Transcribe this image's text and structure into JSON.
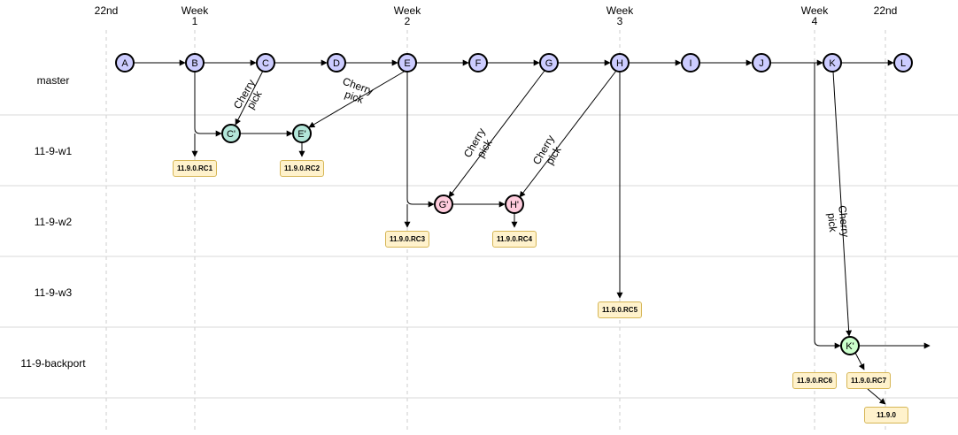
{
  "columns": [
    {
      "id": "c0",
      "line1": "",
      "line2": "22nd"
    },
    {
      "id": "c1",
      "line1": "Week",
      "line2": "1"
    },
    {
      "id": "c2",
      "line1": "Week",
      "line2": "2"
    },
    {
      "id": "c3",
      "line1": "Week",
      "line2": "3"
    },
    {
      "id": "c4",
      "line1": "Week",
      "line2": "4"
    },
    {
      "id": "c5",
      "line1": "",
      "line2": "22nd"
    }
  ],
  "lanes": [
    {
      "id": "master",
      "label": "master"
    },
    {
      "id": "w1",
      "label": "11-9-w1"
    },
    {
      "id": "w2",
      "label": "11-9-w2"
    },
    {
      "id": "w3",
      "label": "11-9-w3"
    },
    {
      "id": "backport",
      "label": "11-9-backport"
    }
  ],
  "commits": [
    {
      "id": "A",
      "label": "A",
      "lane": "master",
      "style": "master"
    },
    {
      "id": "B",
      "label": "B",
      "lane": "master",
      "style": "master"
    },
    {
      "id": "C",
      "label": "C",
      "lane": "master",
      "style": "master"
    },
    {
      "id": "D",
      "label": "D",
      "lane": "master",
      "style": "master"
    },
    {
      "id": "E",
      "label": "E",
      "lane": "master",
      "style": "master"
    },
    {
      "id": "F",
      "label": "F",
      "lane": "master",
      "style": "master"
    },
    {
      "id": "G",
      "label": "G",
      "lane": "master",
      "style": "master"
    },
    {
      "id": "H",
      "label": "H",
      "lane": "master",
      "style": "master"
    },
    {
      "id": "I",
      "label": "I",
      "lane": "master",
      "style": "master"
    },
    {
      "id": "J",
      "label": "J",
      "lane": "master",
      "style": "master"
    },
    {
      "id": "K",
      "label": "K",
      "lane": "master",
      "style": "master"
    },
    {
      "id": "L",
      "label": "L",
      "lane": "master",
      "style": "master"
    },
    {
      "id": "Cp",
      "label": "C'",
      "lane": "w1",
      "style": "pick-teal"
    },
    {
      "id": "Ep",
      "label": "E'",
      "lane": "w1",
      "style": "pick-teal"
    },
    {
      "id": "Gp",
      "label": "G'",
      "lane": "w2",
      "style": "pick-pink"
    },
    {
      "id": "Hp",
      "label": "H'",
      "lane": "w2",
      "style": "pick-pink"
    },
    {
      "id": "Kp",
      "label": "K'",
      "lane": "backport",
      "style": "pick-green"
    }
  ],
  "tags": [
    {
      "id": "rc1",
      "label": "11.9.0.RC1"
    },
    {
      "id": "rc2",
      "label": "11.9.0.RC2"
    },
    {
      "id": "rc3",
      "label": "11.9.0.RC3"
    },
    {
      "id": "rc4",
      "label": "11.9.0.RC4"
    },
    {
      "id": "rc5",
      "label": "11.9.0.RC5"
    },
    {
      "id": "rc6",
      "label": "11.9.0.RC6"
    },
    {
      "id": "rc7",
      "label": "11.9.0.RC7"
    },
    {
      "id": "final",
      "label": "11.9.0"
    }
  ],
  "notes": [
    {
      "id": "n1",
      "line1": "Cherry",
      "line2": "pick"
    },
    {
      "id": "n2",
      "line1": "Cherry",
      "line2": "pick"
    },
    {
      "id": "n3",
      "line1": "Cherry",
      "line2": "pick"
    },
    {
      "id": "n4",
      "line1": "Cherry",
      "line2": "pick"
    },
    {
      "id": "n5",
      "line1": "Cherry",
      "line2": "pick"
    }
  ],
  "colors": {
    "master_fill": "#ccccff",
    "teal_fill": "#b3e6d9",
    "pink_fill": "#ffccdd",
    "green_fill": "#ccffcc",
    "stroke": "#000000",
    "tag_fill": "#fff2cc",
    "tag_border": "#d6b656",
    "lane_divider": "#d9d9d9",
    "column_guide": "#cccccc"
  }
}
